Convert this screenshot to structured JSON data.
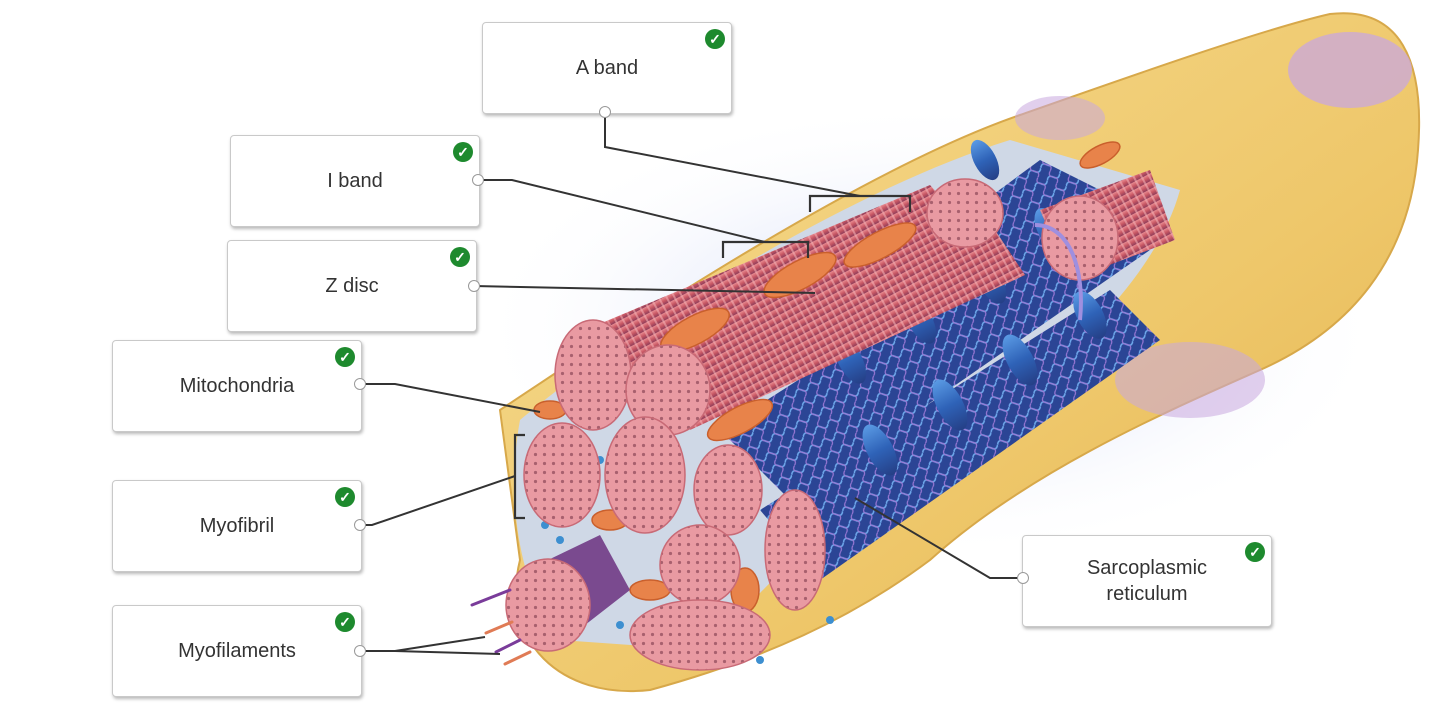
{
  "labels": {
    "a_band": "A band",
    "i_band": "I band",
    "z_disc": "Z disc",
    "mitochondria": "Mitochondria",
    "myofibril": "Myofibril",
    "myofilaments": "Myofilaments",
    "sarcoplasmic_reticulum_line1": "Sarcoplasmic",
    "sarcoplasmic_reticulum_line2": "reticulum"
  },
  "check_symbol": "✓",
  "colors": {
    "check_green": "#1e8a2e",
    "sarcolemma": "#efc96e",
    "myofibril_pink": "#d9707a",
    "sarcoplasmic_reticulum_blue": "#3d7fd0",
    "leader_line": "#333333"
  }
}
